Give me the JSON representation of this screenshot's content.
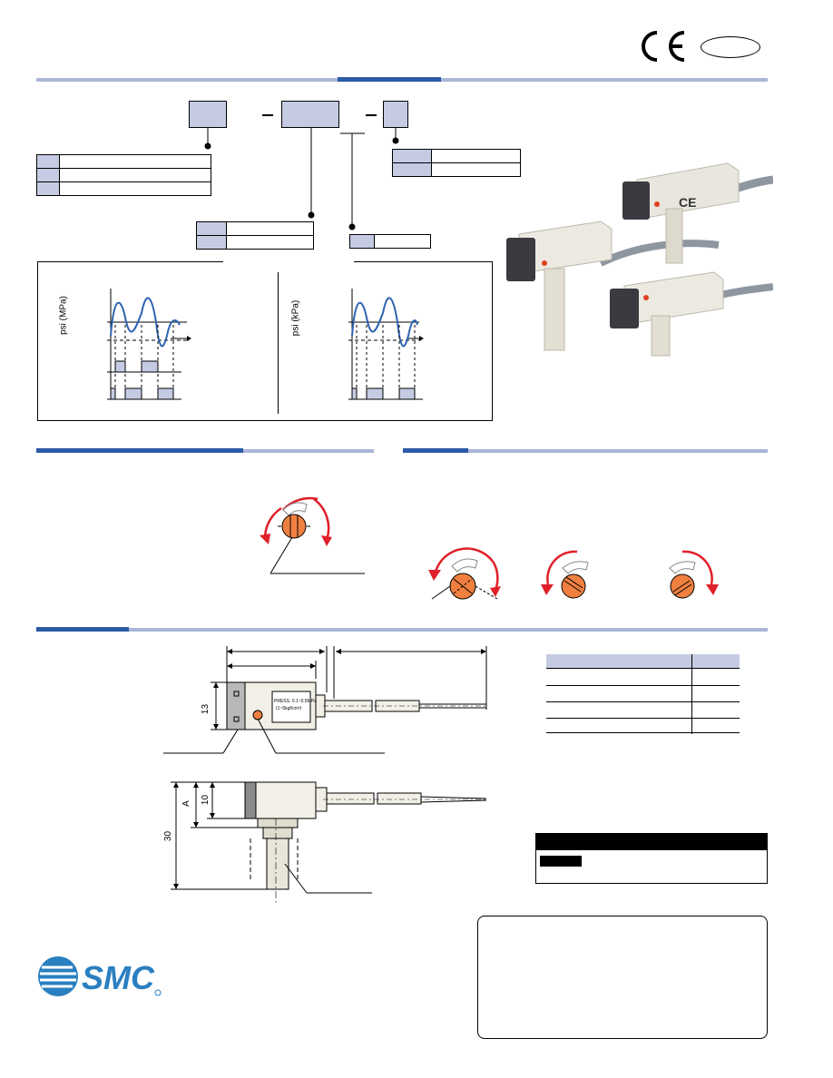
{
  "marks": {
    "ce": "CE"
  },
  "graph": {
    "left_ylabel": "psi (MPa)",
    "right_ylabel": "psi (kPa)"
  },
  "dimensions": {
    "d13": "13",
    "d10": "10",
    "dA": "A",
    "d30": "30",
    "label_text": "PRESS. 0.1~0.5MPa",
    "label_sub": "(1~5kgf/cm²)"
  },
  "brand": {
    "logo": "SMC"
  },
  "colors": {
    "accent_dark": "#2b5aa6",
    "accent_light": "#aab6d8",
    "shade": "#c5cbe3",
    "knob": "#f08040",
    "arrow": "#e0202a",
    "curve": "#2f63b0"
  }
}
